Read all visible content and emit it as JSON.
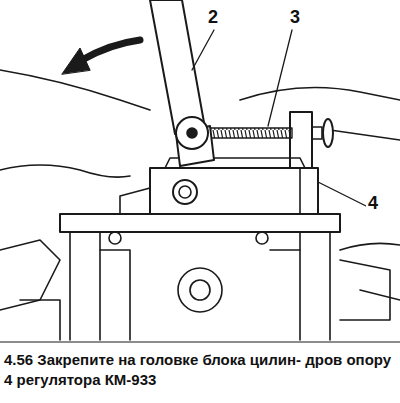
{
  "diagram": {
    "caption": "4.56 Закрепите на головке блока цилин- дров опору 4 регулятора КМ-933",
    "labels": [
      "2",
      "3",
      "4"
    ]
  }
}
